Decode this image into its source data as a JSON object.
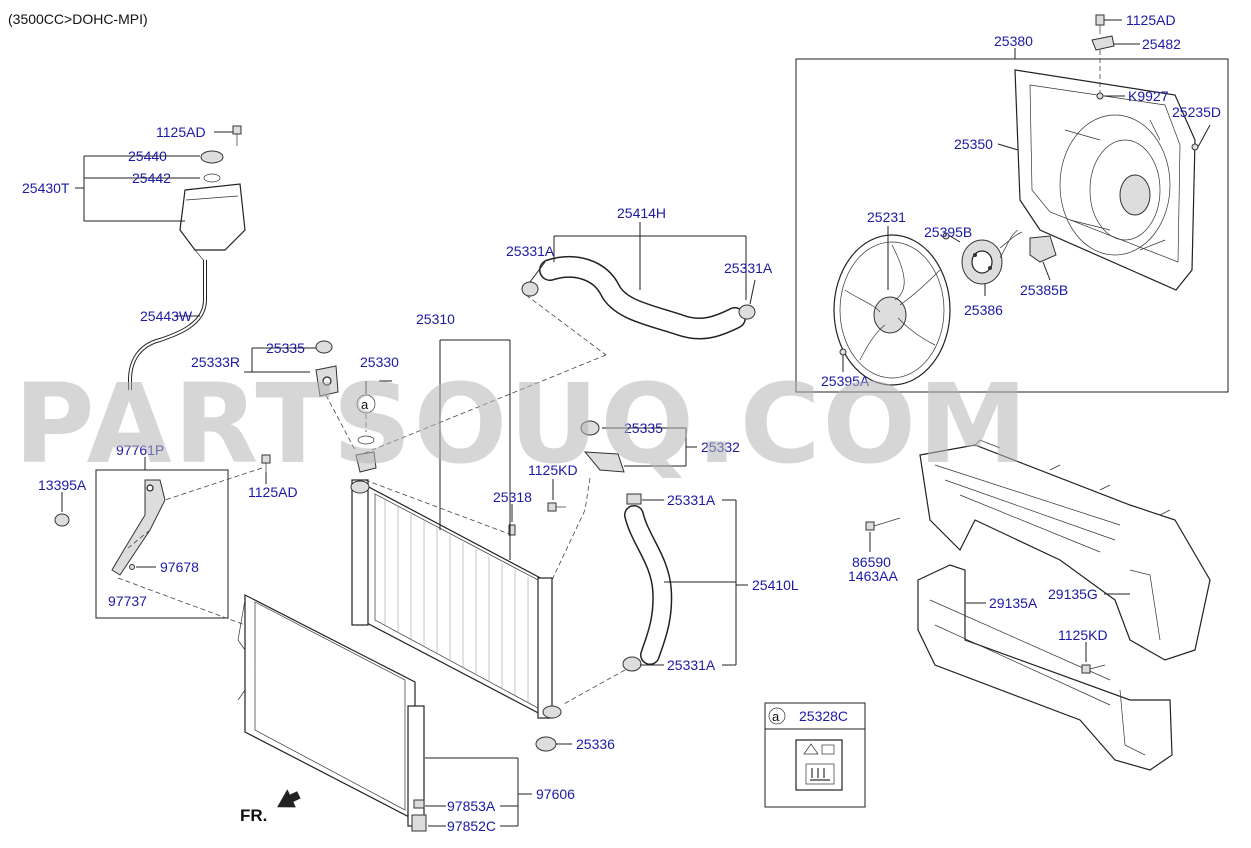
{
  "header": {
    "engine_spec": "(3500CC>DOHC-MPI)"
  },
  "watermark": "PARTSOUQ.COM",
  "direction": {
    "label": "FR."
  },
  "callout_legend": {
    "circle": "a",
    "part": "25328C"
  },
  "labels": {
    "p1125AD_top": "1125AD",
    "p25482": "25482",
    "p25380": "25380",
    "pK9927": "K9927",
    "p25235D": "25235D",
    "p25350": "25350",
    "p25231": "25231",
    "p25395B": "25395B",
    "p25385B": "25385B",
    "p25386": "25386",
    "p25395A": "25395A",
    "p1125AD_res": "1125AD",
    "p25440": "25440",
    "p25442": "25442",
    "p25430T": "25430T",
    "p25443W": "25443W",
    "p25414H": "25414H",
    "p25331A_1": "25331A",
    "p25331A_2": "25331A",
    "p25310": "25310",
    "p25335_1": "25335",
    "p25333R": "25333R",
    "p25330": "25330",
    "p25335_2": "25335",
    "p25332": "25332",
    "p1125KD_1": "1125KD",
    "p25318": "25318",
    "p97761P": "97761P",
    "p13395A": "13395A",
    "p1125AD_mid": "1125AD",
    "p97678": "97678",
    "p97737": "97737",
    "p25331A_3": "25331A",
    "p25410L": "25410L",
    "p25331A_4": "25331A",
    "p25336": "25336",
    "p97606": "97606",
    "p97853A": "97853A",
    "p97852C": "97852C",
    "p86590": "86590",
    "p1463AA": "1463AA",
    "p29135A": "29135A",
    "p29135G": "29135G",
    "p1125KD_2": "1125KD",
    "callout_a": "a"
  }
}
